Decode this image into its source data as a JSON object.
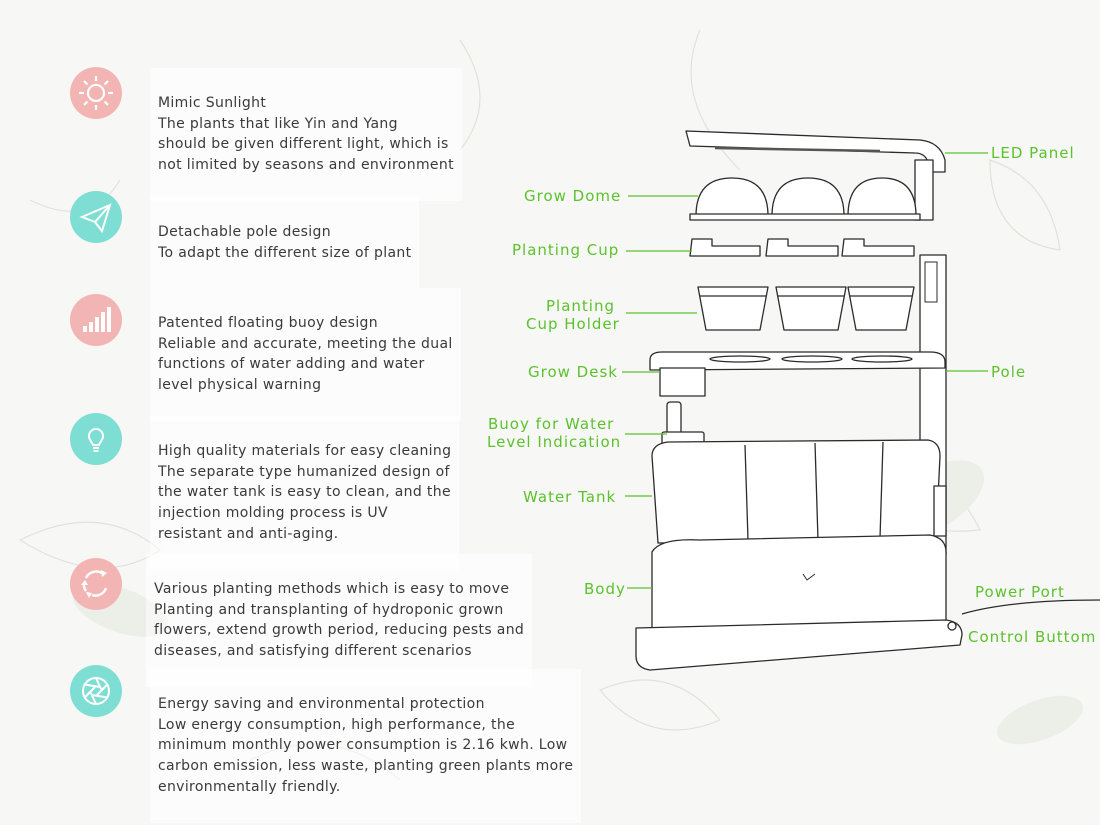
{
  "features": [
    {
      "icon": "sun-icon",
      "color": "#f3b4b4",
      "lines": [
        "Mimic Sunlight",
        "The plants that like Yin and Yang",
        "should be given different light, which is",
        "not limited by seasons and environment"
      ]
    },
    {
      "icon": "paper-plane-icon",
      "color": "#7fded3",
      "lines": [
        "Detachable pole design",
        "To adapt the different size of plant"
      ]
    },
    {
      "icon": "signal-bars-icon",
      "color": "#f3b4b4",
      "lines": [
        "Patented floating buoy design",
        "Reliable and accurate, meeting the dual",
        "functions of water adding and water",
        "level physical warning"
      ]
    },
    {
      "icon": "lightbulb-icon",
      "color": "#7fded3",
      "lines": [
        "High quality materials for easy cleaning",
        "The separate type humanized design of",
        "the water tank is easy to clean, and the",
        "injection molding process is UV",
        "resistant and anti-aging."
      ]
    },
    {
      "icon": "recycle-icon",
      "color": "#f3b4b4",
      "lines": [
        "Various planting methods which is  easy to move",
        "Planting and transplanting of hydroponic grown",
        "flowers, extend growth period, reducing pests and",
        "diseases, and satisfying different scenarios"
      ]
    },
    {
      "icon": "aperture-icon",
      "color": "#7fded3",
      "lines": [
        "Energy saving and environmental protection",
        "Low energy consumption, high performance, the",
        "minimum monthly power consumption is 2.16 kwh. Low",
        "carbon emission, less waste, planting green plants more",
        "environmentally friendly."
      ]
    }
  ],
  "callouts": {
    "led_panel": "LED Panel",
    "grow_dome": "Grow Dome",
    "planting_cup": "Planting Cup",
    "planting_cup_holder_1": "Planting",
    "planting_cup_holder_2": "Cup Holder",
    "grow_desk": "Grow Desk",
    "pole": "Pole",
    "buoy_1": "Buoy for Water",
    "buoy_2": "Level Indication",
    "water_tank": "Water Tank",
    "body": "Body",
    "power_port": "Power Port",
    "control_button": "Control Buttom"
  },
  "colors": {
    "callout": "#5cc12e",
    "line_art": "#2b2b2b"
  }
}
